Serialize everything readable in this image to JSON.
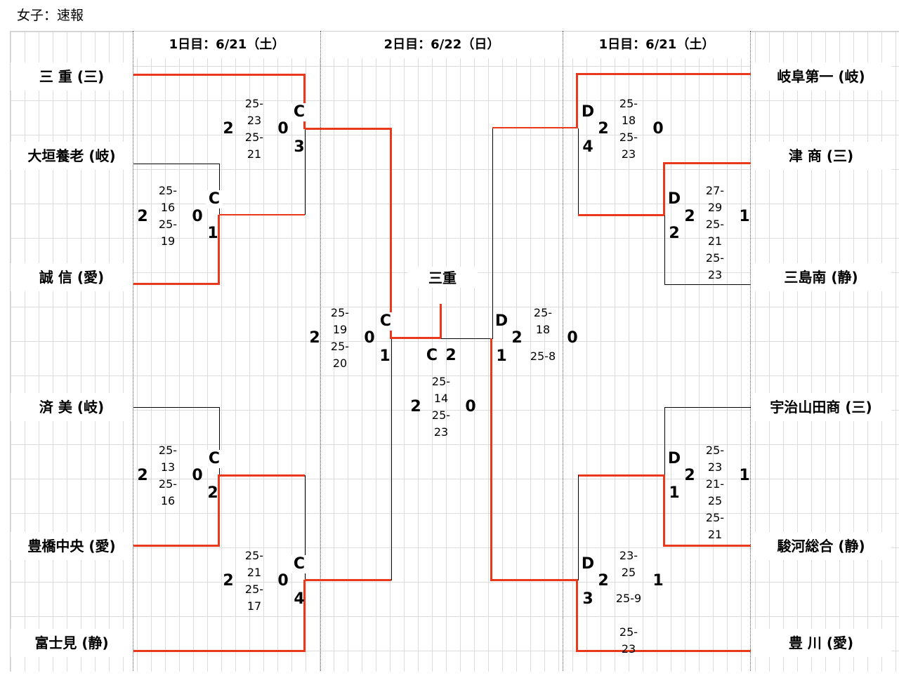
{
  "page_title": "女子：速報",
  "day_headers": {
    "left": "1日目：6/21（土）",
    "center": "2日目：6/22（日）",
    "right": "1日目：6/21（土）"
  },
  "teams": {
    "mie": "三 重 (三)",
    "ogaki_yoro": "大垣養老 (岐)",
    "seishin": "誠 信 (愛)",
    "saibi": "済 美 (岐)",
    "toyohashi_chuo": "豊橋中央 (愛)",
    "fujimi": "富士見 (静)",
    "gifu_daiichi": "岐阜第一 (岐)",
    "tsu_sho": "津 商 (三)",
    "mishima_minami": "三島南 (静)",
    "ujiyamada_sho": "宇治山田商 (三)",
    "suruga_sogo": "駿河総合 (静)",
    "toyokawa": "豊 川 (愛)"
  },
  "champion": "三重",
  "matches": {
    "c1": {
      "code": "C",
      "num": "1",
      "set_left": "2",
      "set_right": "0",
      "scores": [
        "25-",
        "16",
        "25-",
        "19"
      ]
    },
    "c2": {
      "code": "C",
      "num": "2",
      "set_left": "2",
      "set_right": "0",
      "scores": [
        "25-",
        "13",
        "25-",
        "16"
      ]
    },
    "c3": {
      "code": "C",
      "num": "3",
      "set_left": "2",
      "set_right": "0",
      "scores": [
        "25-",
        "23",
        "25-",
        "21"
      ]
    },
    "c4": {
      "code": "C",
      "num": "4",
      "set_left": "2",
      "set_right": "0",
      "scores": [
        "25-",
        "21",
        "25-",
        "17"
      ]
    },
    "sf_c1": {
      "code": "C",
      "num": "1",
      "set_left": "2",
      "set_right": "0",
      "scores": [
        "25-",
        "19",
        "25-",
        "20"
      ]
    },
    "final_c2": {
      "code": "C",
      "num": "2",
      "set_left": "2",
      "set_right": "0",
      "scores": [
        "25-",
        "14",
        "25-",
        "23"
      ]
    },
    "sf_d1": {
      "code": "D",
      "num": "1",
      "set_left": "2",
      "set_right": "0",
      "scores": [
        "25-",
        "18",
        "25-8"
      ]
    },
    "d4": {
      "code": "D",
      "num": "4",
      "set_left": "2",
      "set_right": "0",
      "scores": [
        "25-",
        "18",
        "25-",
        "23"
      ]
    },
    "d2": {
      "code": "D",
      "num": "2",
      "set_left": "2",
      "set_right": "1",
      "scores": [
        "27-",
        "29",
        "25-",
        "21",
        "25-",
        "23"
      ]
    },
    "d1": {
      "code": "D",
      "num": "1",
      "set_left": "2",
      "set_right": "1",
      "scores": [
        "25-",
        "23",
        "21-",
        "25",
        "25-",
        "21"
      ]
    },
    "d3": {
      "code": "D",
      "num": "3",
      "set_left": "2",
      "set_right": "1",
      "scores": [
        "23-",
        "25",
        "25-9",
        "",
        "25-",
        "23"
      ]
    }
  },
  "colors": {
    "winner_line": "#e8391d",
    "grid": "#dcdcdc"
  }
}
